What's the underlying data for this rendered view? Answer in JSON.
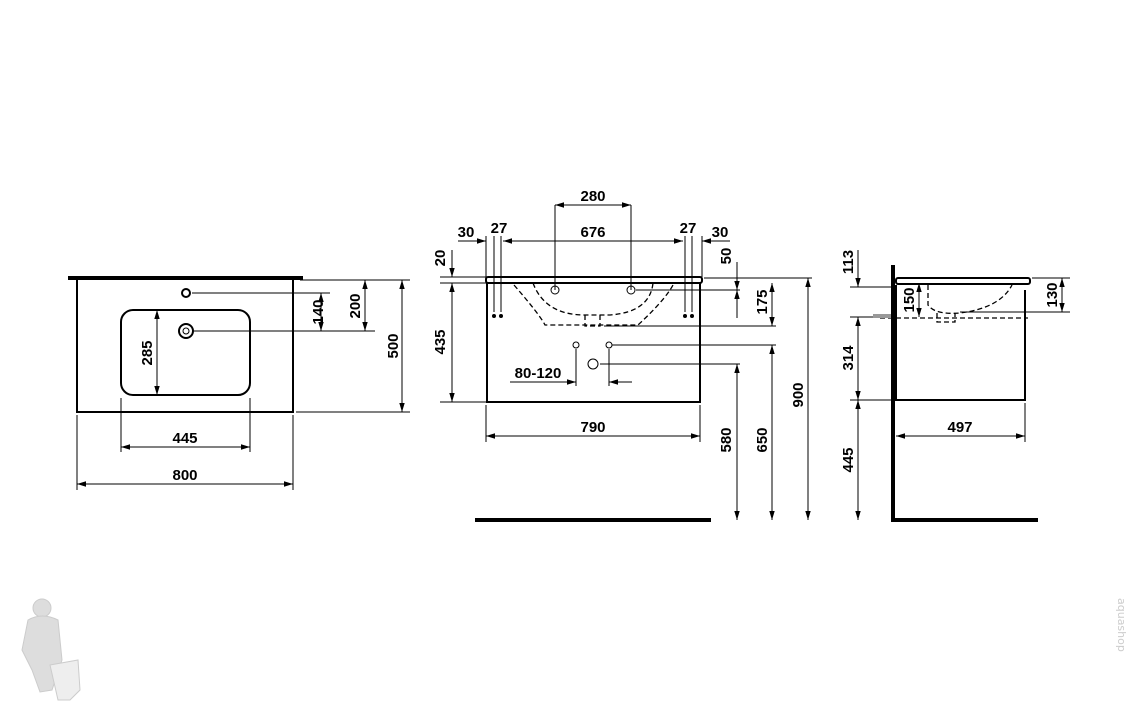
{
  "plan_view": {
    "width": "800",
    "depth": "500",
    "basin_width": "445",
    "basin_depth": "285",
    "tap_offset": "140",
    "drain_offset": "200"
  },
  "front_view": {
    "tap_spacing": "280",
    "inner_width": "676",
    "left_edge": "30",
    "left_hole": "27",
    "right_hole": "27",
    "right_edge": "30",
    "top_thickness": "20",
    "cabinet_height": "435",
    "tap_height": "50",
    "bowl_depth": "175",
    "total_height": "900",
    "waste_height": "650",
    "supply_height": "580",
    "width": "790",
    "supply_spacing": "80-120"
  },
  "side_view": {
    "top_to_drain": "113",
    "cabinet_lower": "314",
    "floor_gap": "445",
    "bowl_depth": "150",
    "overflow": "130",
    "depth": "497"
  },
  "watermark": "aquashop"
}
